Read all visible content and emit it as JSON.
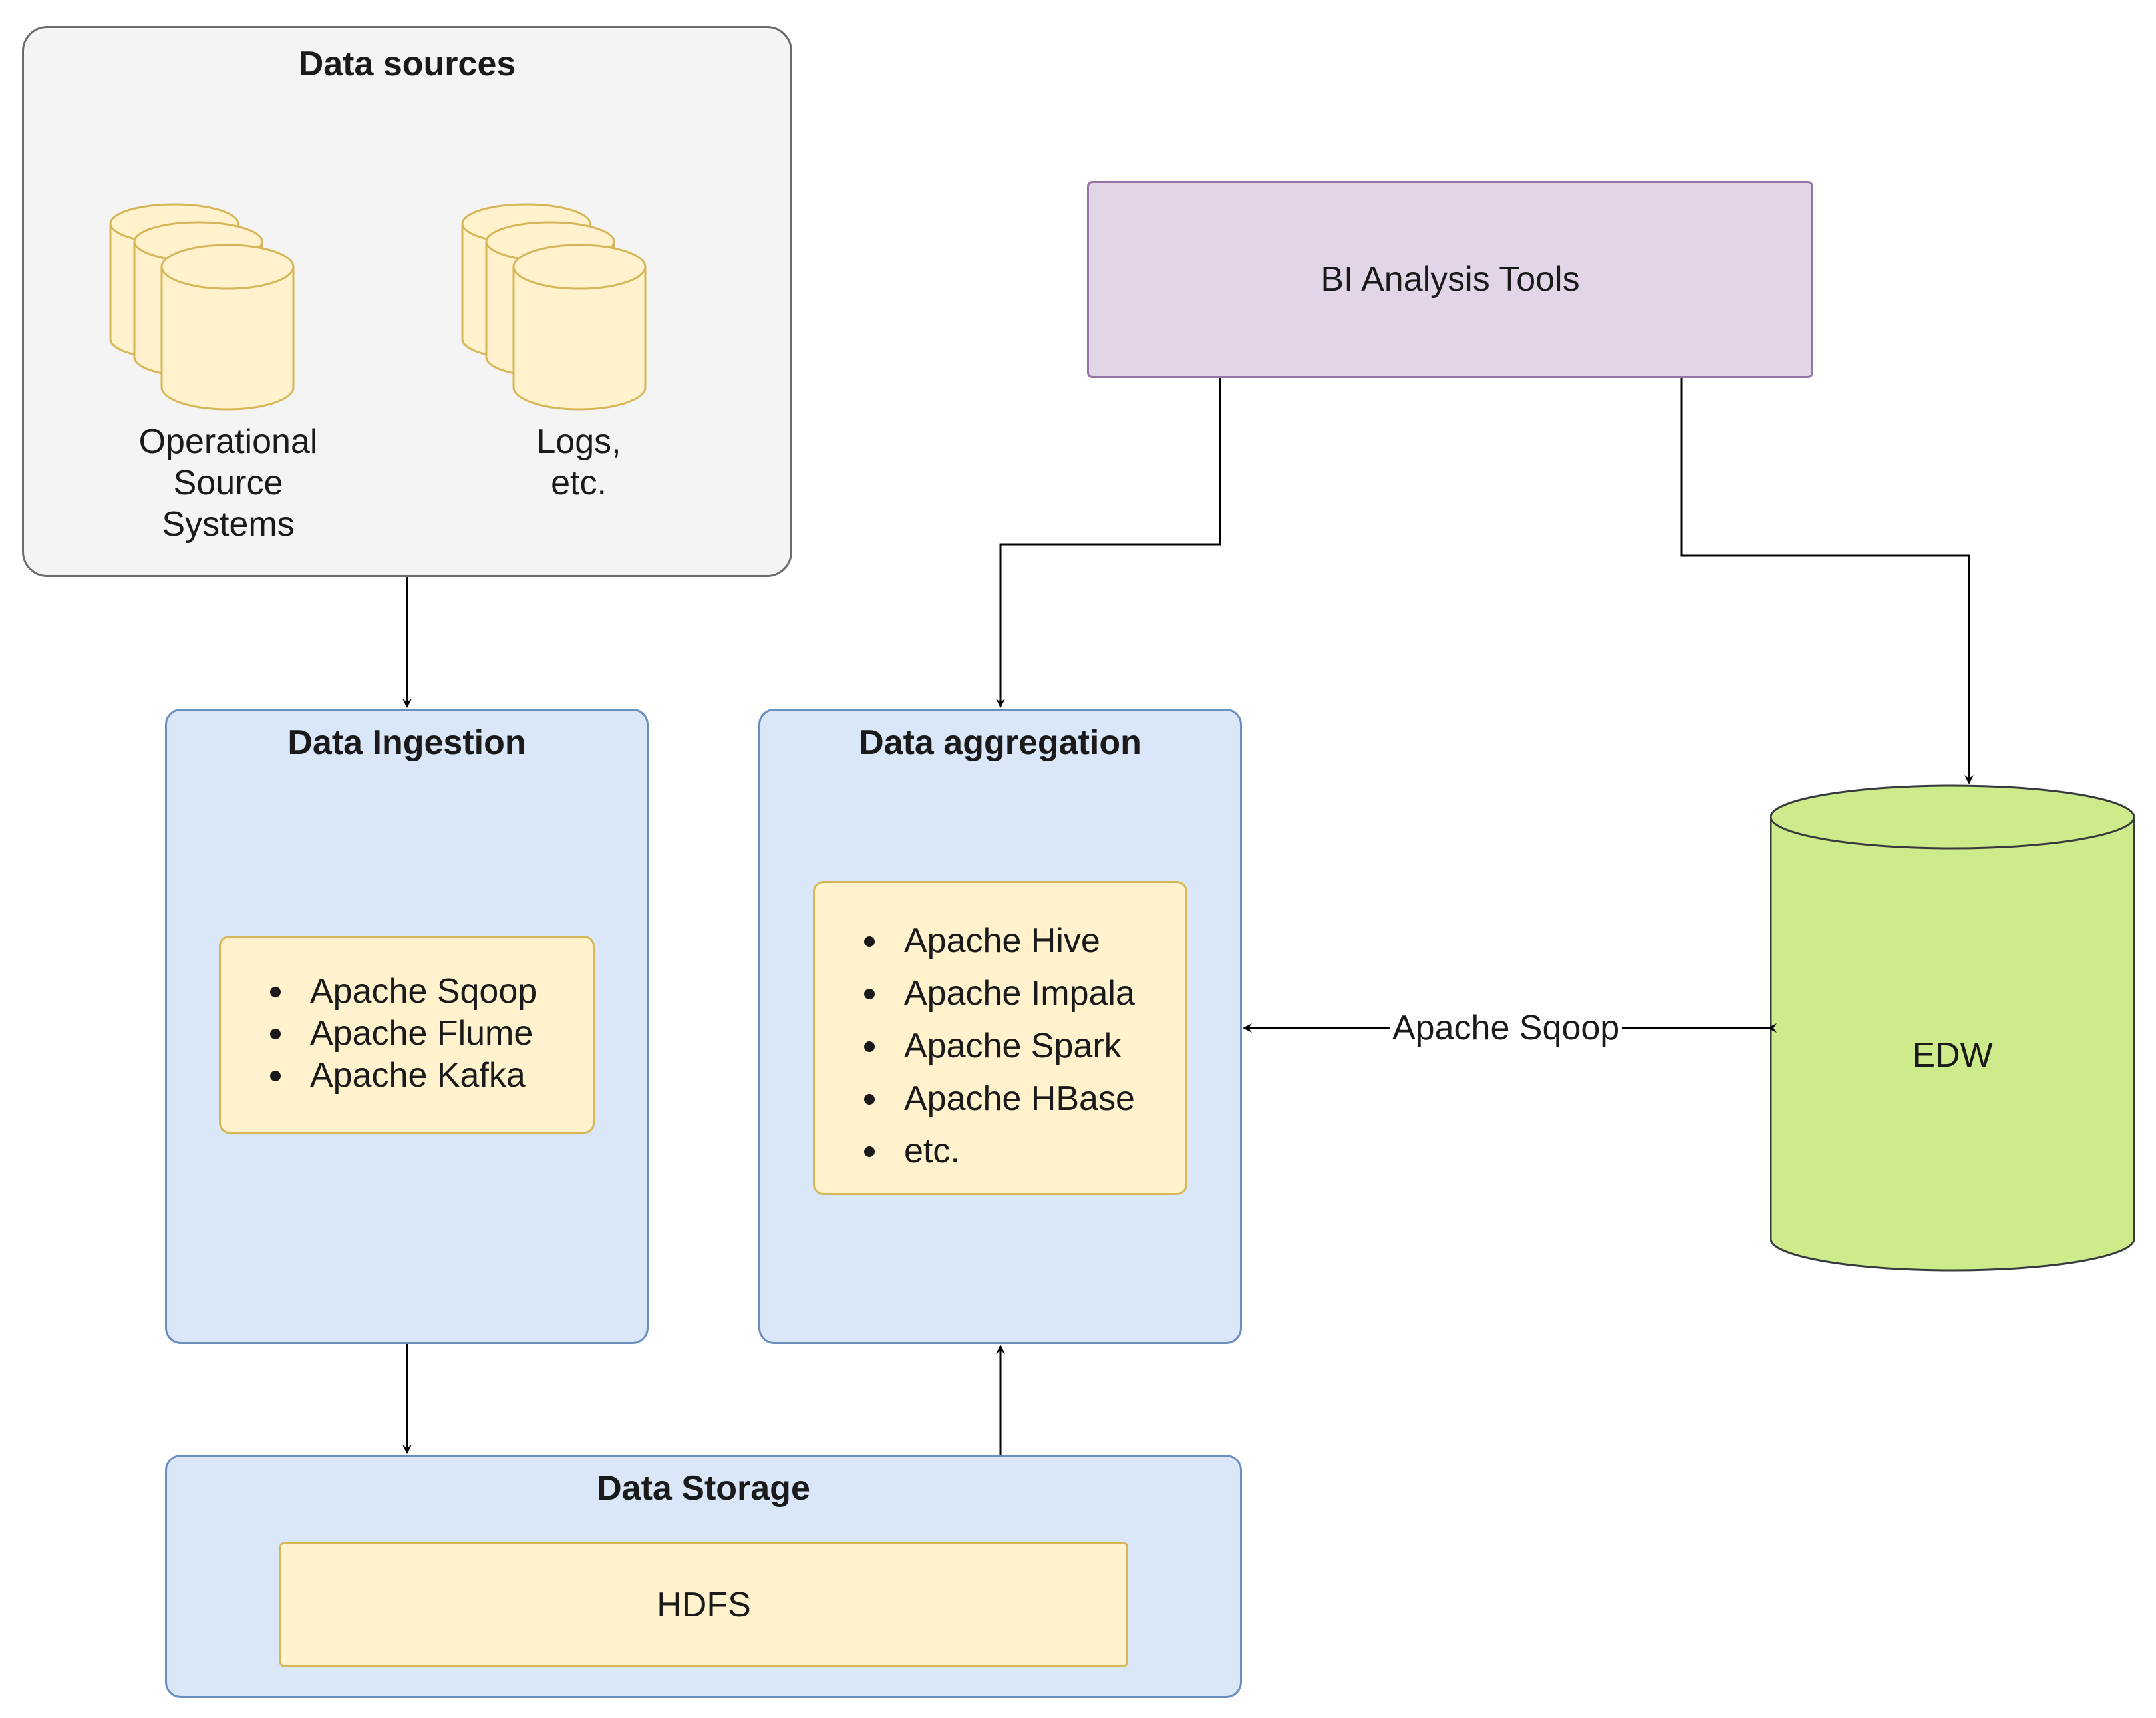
{
  "data_sources": {
    "title": "Data sources",
    "operational_label": [
      "Operational",
      "Source",
      "Systems"
    ],
    "logs_label": [
      "Logs,",
      "etc."
    ]
  },
  "bi_tools": {
    "label": "BI Analysis Tools"
  },
  "data_ingestion": {
    "title": "Data Ingestion",
    "items": [
      "Apache Sqoop",
      "Apache Flume",
      "Apache Kafka"
    ]
  },
  "data_aggregation": {
    "title": "Data aggregation",
    "items": [
      "Apache Hive",
      "Apache Impala",
      "Apache Spark",
      "Apache HBase",
      "etc."
    ]
  },
  "data_storage": {
    "title": "Data Storage",
    "hdfs_label": "HDFS"
  },
  "edw": {
    "label": "EDW"
  },
  "connector": {
    "label": "Apache Sqoop"
  },
  "colors": {
    "source_fill": "#f5f4f5",
    "blue_fill": "#d9e7f8",
    "yellow_fill": "#fff2cc",
    "purple_fill": "#e1d5e7",
    "edw_fill": "#cdeb8b",
    "database_fill": "#fff2cc"
  }
}
